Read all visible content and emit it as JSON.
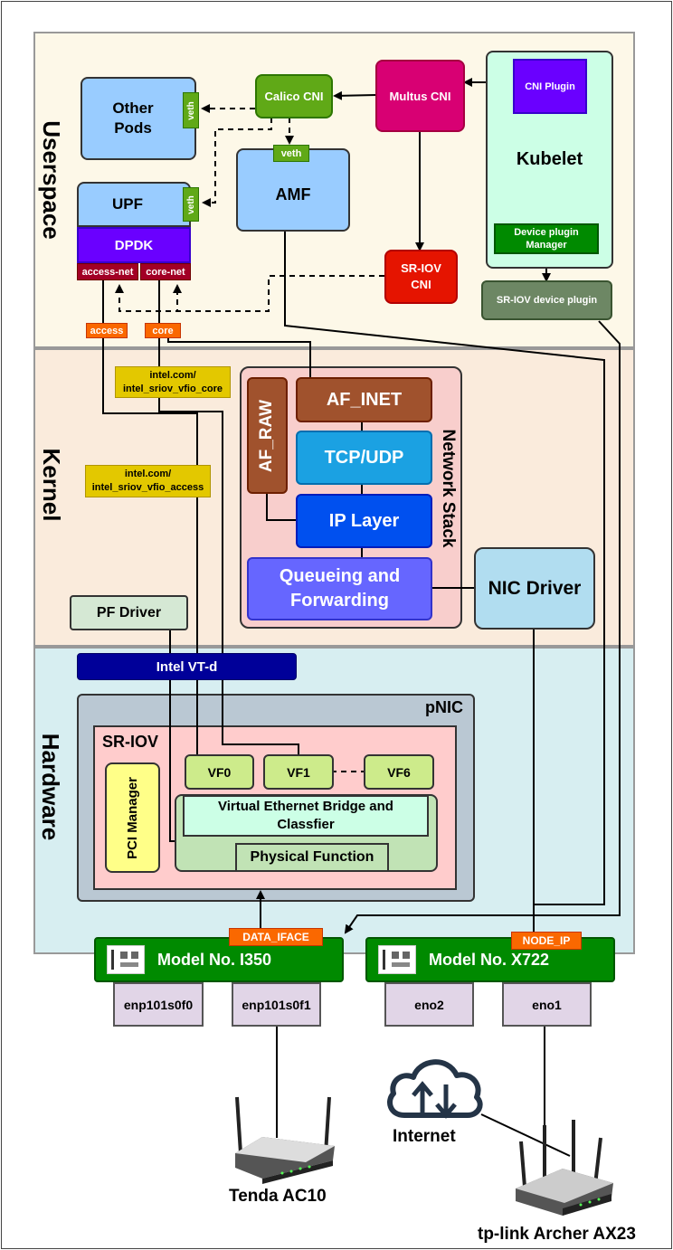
{
  "layers": {
    "userspace": "Userspace",
    "kernel": "Kernel",
    "hardware": "Hardware"
  },
  "userspace": {
    "other_pods": "Other\nPods",
    "veth": "veth",
    "calico_cni": "Calico CNI",
    "multus_cni": "Multus CNI",
    "cni_plugin": "CNI Plugin",
    "kubelet": "Kubelet",
    "device_plugin_manager": "Device plugin\nManager",
    "amf": "AMF",
    "upf": "UPF",
    "dpdk": "DPDK",
    "access_net": "access-net",
    "core_net": "core-net",
    "sriov_cni": "SR-IOV\nCNI",
    "sriov_device_plugin": "SR-IOV device plugin",
    "access_tag": "access",
    "core_tag": "core"
  },
  "kernel": {
    "res_core": "intel.com/\nintel_sriov_vfio_core",
    "res_access": "intel.com/\nintel_sriov_vfio_access",
    "af_raw": "AF_RAW",
    "af_inet": "AF_INET",
    "tcp_udp": "TCP/UDP",
    "ip_layer": "IP Layer",
    "queueing": "Queueing and\nForwarding",
    "network_stack": "Network Stack",
    "nic_driver": "NIC Driver",
    "pf_driver": "PF Driver"
  },
  "hardware": {
    "intel_vtd": "Intel VT-d",
    "pnic": "pNIC",
    "sriov": "SR-IOV",
    "pci_manager": "PCI Manager",
    "vf0": "VF0",
    "vf1": "VF1",
    "vf_dots": "· · · · · ·",
    "vf6": "VF6",
    "veb": "Virtual Ethernet Bridge and\nClassfier",
    "physical_function": "Physical Function"
  },
  "nics": {
    "i350": "Model No. I350",
    "x722": "Model No. X722",
    "data_iface": "DATA_IFACE",
    "node_ip": "NODE_IP",
    "enp101s0f0": "enp101s0f0",
    "enp101s0f1": "enp101s0f1",
    "eno2": "eno2",
    "eno1": "eno1"
  },
  "external": {
    "internet": "Internet",
    "tenda": "Tenda AC10",
    "tplink": "tp-link Archer AX23"
  },
  "colors": {
    "userspace_bg": "#fdf8e8",
    "kernel_bg": "#faebdc",
    "hardware_bg": "#d7eef1",
    "light_blue": "#99ccff",
    "green": "#60a917",
    "magenta": "#d80073",
    "purple": "#6a00ff",
    "red": "#e51400",
    "orange": "#fa6800",
    "yellow": "#e3c800",
    "brown": "#a0522d",
    "navy": "#000099"
  }
}
